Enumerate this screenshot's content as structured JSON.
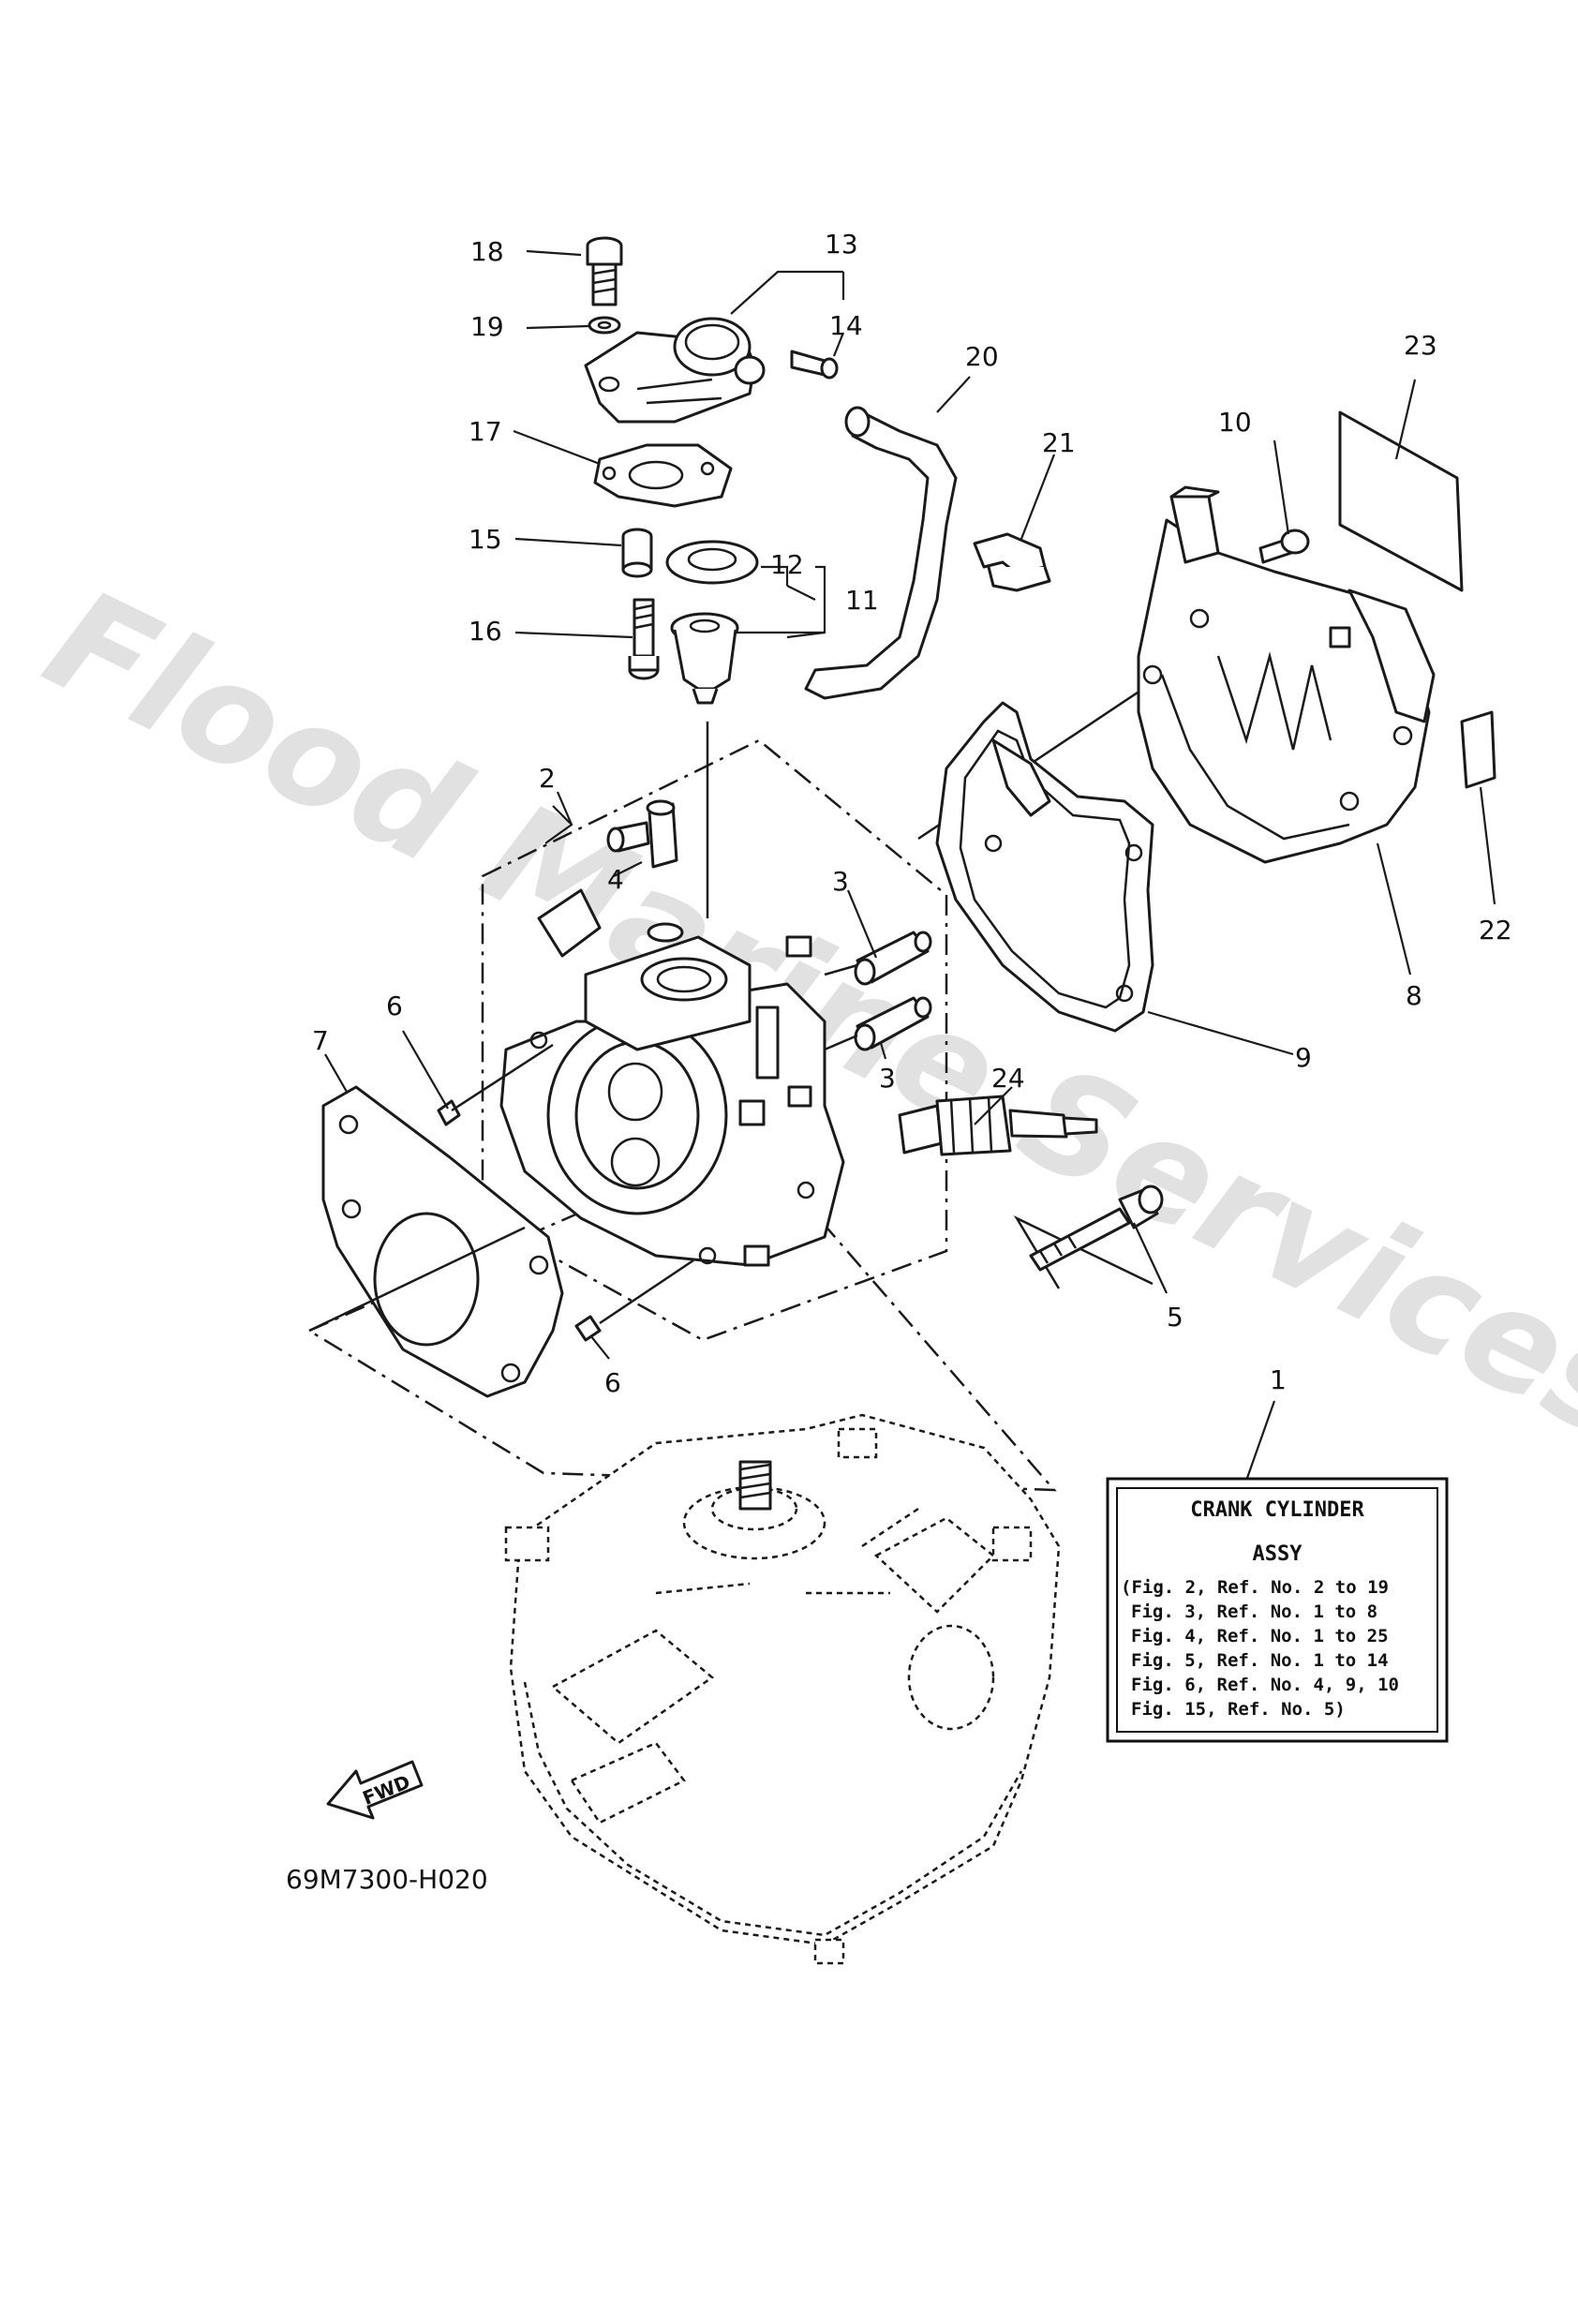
{
  "callouts": [
    {
      "id": "c1",
      "label": "1"
    },
    {
      "id": "c2",
      "label": "2"
    },
    {
      "id": "c3a",
      "label": "3"
    },
    {
      "id": "c3b",
      "label": "3"
    },
    {
      "id": "c4",
      "label": "4"
    },
    {
      "id": "c5",
      "label": "5"
    },
    {
      "id": "c6a",
      "label": "6"
    },
    {
      "id": "c6b",
      "label": "6"
    },
    {
      "id": "c7",
      "label": "7"
    },
    {
      "id": "c8",
      "label": "8"
    },
    {
      "id": "c9",
      "label": "9"
    },
    {
      "id": "c10",
      "label": "10"
    },
    {
      "id": "c11",
      "label": "11"
    },
    {
      "id": "c12",
      "label": "12"
    },
    {
      "id": "c13",
      "label": "13"
    },
    {
      "id": "c14",
      "label": "14"
    },
    {
      "id": "c15",
      "label": "15"
    },
    {
      "id": "c16",
      "label": "16"
    },
    {
      "id": "c17",
      "label": "17"
    },
    {
      "id": "c18",
      "label": "18"
    },
    {
      "id": "c19",
      "label": "19"
    },
    {
      "id": "c20",
      "label": "20"
    },
    {
      "id": "c21",
      "label": "21"
    },
    {
      "id": "c22",
      "label": "22"
    },
    {
      "id": "c23",
      "label": "23"
    },
    {
      "id": "c24",
      "label": "24"
    }
  ],
  "assy_box": {
    "title_line1": "CRANK CYLINDER",
    "title_line2": "ASSY",
    "refs": [
      "(Fig. 2, Ref. No. 2 to 19",
      "Fig. 3, Ref. No. 1 to 8",
      "Fig. 4, Ref. No. 1 to 25",
      "Fig. 5, Ref. No. 1 to 14",
      "Fig. 6, Ref. No. 4, 9, 10",
      "Fig. 15, Ref. No. 5)"
    ]
  },
  "fwd_label": "FWD",
  "diagram_code": "69M7300-H020",
  "watermark": "Flood Marine Services"
}
